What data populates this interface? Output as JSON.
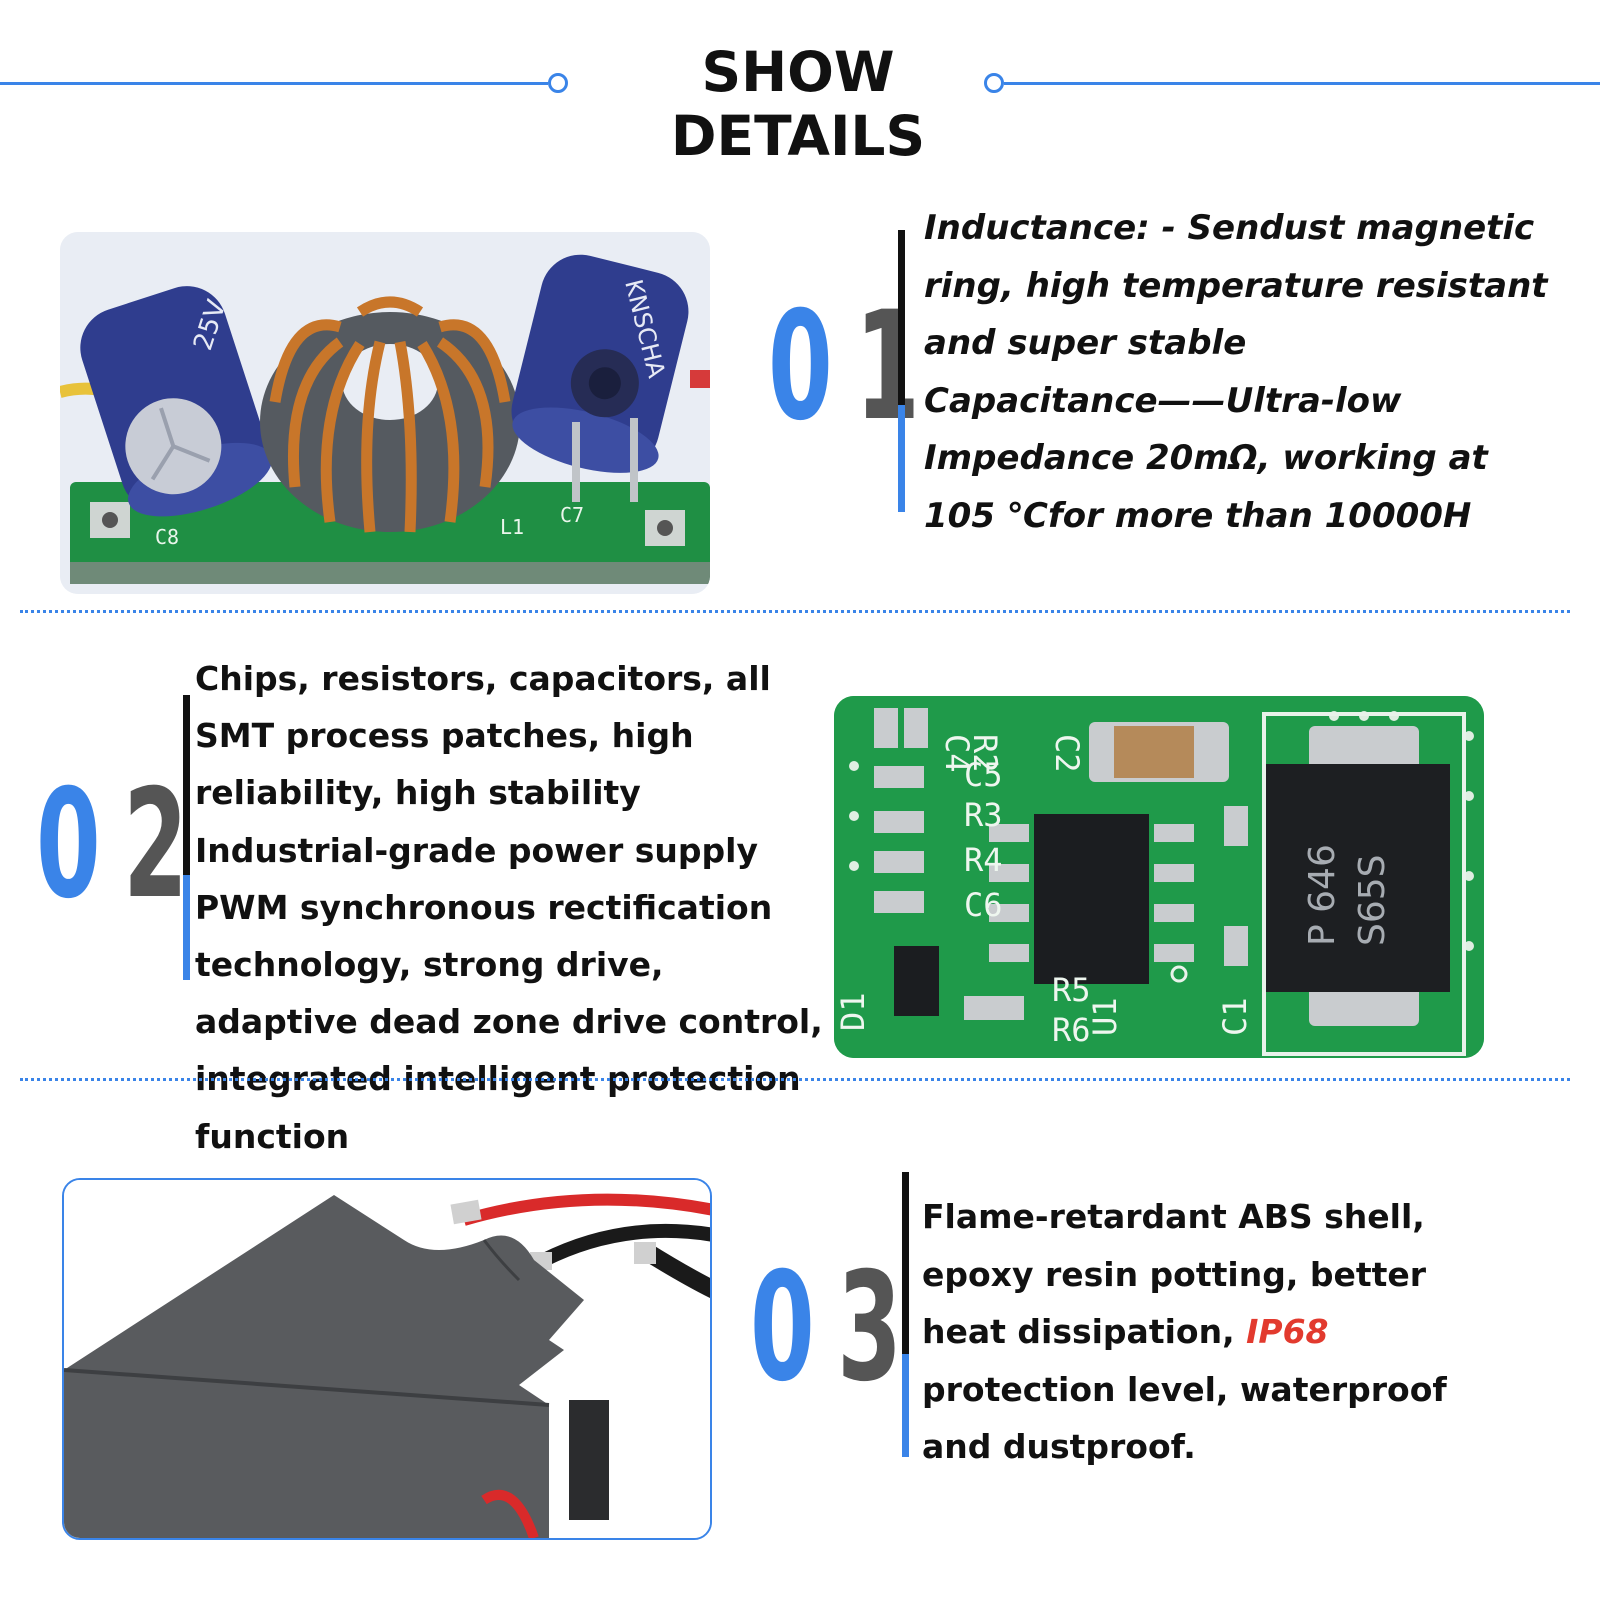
{
  "header": {
    "title": "SHOW DETAILS"
  },
  "sections": [
    {
      "number": "01",
      "lines": [
        "Inductance: - Sendust magnetic",
        "ring, high temperature resistant",
        "and super stable",
        "Capacitance——Ultra-low",
        "Impedance 20mΩ, working at",
        "105 ℃for more than 10000H"
      ],
      "image": {
        "cap_left_label": "25V",
        "cap_right_label": "KNSCHA",
        "silk_c8": "C8",
        "silk_l1": "L1",
        "silk_c7": "C7"
      }
    },
    {
      "number": "02",
      "lines": [
        "Chips, resistors, capacitors, all",
        "SMT process patches, high",
        "reliability, high stability",
        "Industrial-grade power supply",
        "PWM synchronous rectification",
        "technology, strong drive,",
        "adaptive dead zone drive control,",
        "integrated intelligent protection",
        "function"
      ],
      "image": {
        "silk_c4": "C4",
        "silk_r2": "R2",
        "silk_c2": "C2",
        "silk_c5": "C5",
        "silk_r3": "R3",
        "silk_r4": "R4",
        "silk_c6": "C6",
        "silk_d1": "D1",
        "silk_r5": "R5",
        "silk_r6": "R6",
        "silk_u1": "U1",
        "silk_c1": "C1",
        "diode_line1": "P 646",
        "diode_line2": "S65S"
      }
    },
    {
      "number": "03",
      "line1": "Flame-retardant ABS shell,",
      "line2": "epoxy resin potting, better",
      "line3_prefix": "heat dissipation, ",
      "line3_highlight": "IP68",
      "line4": "protection level, waterproof",
      "line5": "and dustproof."
    }
  ],
  "colors": {
    "accent_blue": "#3a84e8",
    "highlight_red": "#e23a2e",
    "pcb_green": "#1f9a4a",
    "dark_gray": "#555555"
  }
}
